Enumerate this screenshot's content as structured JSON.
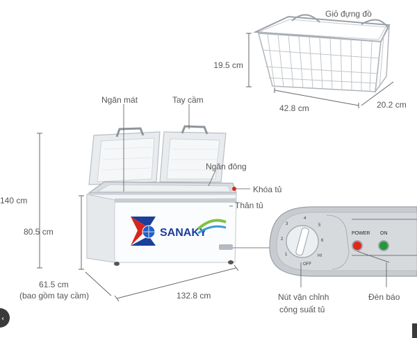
{
  "basket": {
    "label": "Giỏ đựng đồ",
    "height": "19.5 cm",
    "length": "42.8 cm",
    "width": "20.2 cm"
  },
  "parts": {
    "cool_compartment": "Ngăn mát",
    "handle": "Tay cầm",
    "freezer_compartment": "Ngăn đông",
    "lock": "Khóa tủ",
    "body": "Thân tủ",
    "power_knob_line1": "Nút vặn chỉnh",
    "power_knob_line2": "công suất tủ",
    "indicator": "Đèn báo"
  },
  "dimensions": {
    "total_height": "140 cm",
    "body_height": "80.5 cm",
    "depth": "61.5 cm",
    "depth_note": "(bao gồm tay cầm)",
    "width": "132.8 cm"
  },
  "control_panel": {
    "power_label": "POWER",
    "on_label": "ON",
    "dial_off": "OFF",
    "dial_hi": "HI",
    "dial_numbers": [
      "1",
      "2",
      "3",
      "4",
      "5",
      "6"
    ]
  },
  "brand": {
    "name": "SANAKY"
  },
  "colors": {
    "power_led": "#e0281e",
    "on_led": "#1f9a3b",
    "brand_blue": "#1b3f9a",
    "brand_red": "#d7261e",
    "panel_gray": "#c8ccd0"
  }
}
